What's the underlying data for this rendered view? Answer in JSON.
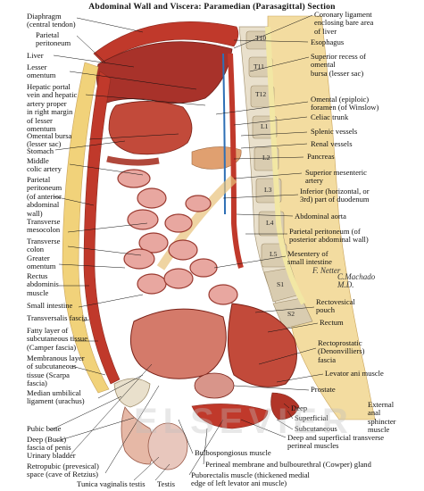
{
  "title": "Abdominal Wall and Viscera: Paramedian (Parasagittal) Section",
  "colors": {
    "background": "#ffffff",
    "muscle": "#c0392b",
    "fat": "#f1d27a",
    "liver": "#a8322a",
    "bone": "#e8dcc4",
    "vessel_blue": "#2e6fb5",
    "leader": "#111111"
  },
  "labels_left": [
    "Diaphragm\n(central tendon)",
    "Parietal\nperitoneum",
    "Liver",
    "Lesser\nomentum",
    "Hepatic portal\nvein and hepatic\nartery proper\nin right margin\nof lesser\nomentum",
    "Omental bursa\n(lesser sac)",
    "Stomach",
    "Middle\ncolic artery",
    "Parietal\nperitoneum\n(of anterior\nabdominal\nwall)",
    "Transverse\nmesocolon",
    "Transverse\ncolon",
    "Greater\nomentum",
    "Rectus\nabdominis\nmuscle",
    "Small intestine",
    "Transversalis fascia",
    "Fatty layer of\nsubcutaneous tissue\n(Camper fascia)",
    "Membranous layer\nof subcutaneous\ntissue (Scarpa\nfascia)",
    "Median umbilical\nligament (urachus)",
    "Pubic bone",
    "Deep (Buck)\nfascia of penis",
    "Urinary bladder",
    "Retropubic (prevesical)\nspace (cave of Retzius)"
  ],
  "labels_right": [
    "Coronary ligament\nenclosing bare area\nof liver",
    "Esophagus",
    "Superior recess of\nomental\nbursa (lesser sac)",
    "Omental (epiploic)\nforamen (of Winslow)",
    "Celiac trunk",
    "Splenic vessels",
    "Renal vessels",
    "Pancreas",
    "Superior mesenteric\nartery",
    "Inferior (horizontal, or\n3rd) part of duodenum",
    "Abdominal aorta",
    "Parietal peritoneum (of\nposterior abdominal wall)",
    "Mesentery of\nsmall intestine",
    "Rectovesical\npouch",
    "Rectum",
    "Rectoprostatic\n(Denonvilliers)\nfascia",
    "Levator ani muscle",
    "Prostate",
    "Deep",
    "Superficial",
    "Subcutaneous",
    "External\nanal\nsphincter\nmuscle",
    "Deep and superficial transverse\nperineal muscles"
  ],
  "labels_bottom": [
    "Tunica vaginalis testis",
    "Testis",
    "Bulbospongiosus muscle",
    "Perineal membrane and bulbourethral (Cowper) gland",
    "Puborectalis muscle (thickened medial\nedge of left levator ani muscle)"
  ],
  "vertebrae": [
    "T10",
    "T11",
    "T12",
    "L1",
    "L2",
    "L3",
    "L4",
    "L5",
    "S1",
    "S2"
  ],
  "signatures": [
    "F. Netter",
    "C.Machado\nM.D."
  ],
  "watermark": "ELSEVIER"
}
